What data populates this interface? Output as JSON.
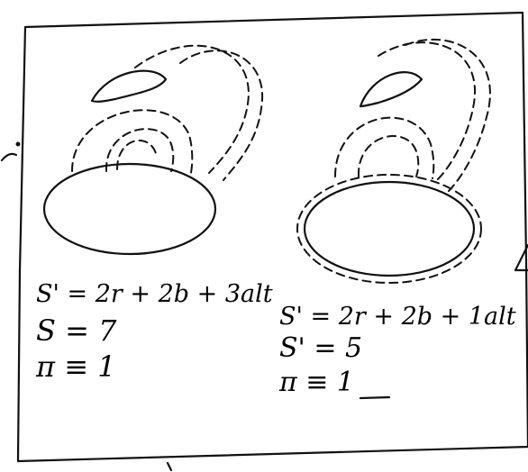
{
  "panels": [
    {
      "formula_s_prime": "S' = 2r + 2b + 3alt",
      "formula_s": "S = 7",
      "formula_pi": "π ≡ 1"
    },
    {
      "formula_s_prime": "S' = 2r + 2b + 1alt",
      "formula_s": "S' = 5",
      "formula_pi": "π ≡ 1"
    }
  ],
  "colors": {
    "ink": "#111111",
    "paper": "#ffffff"
  }
}
